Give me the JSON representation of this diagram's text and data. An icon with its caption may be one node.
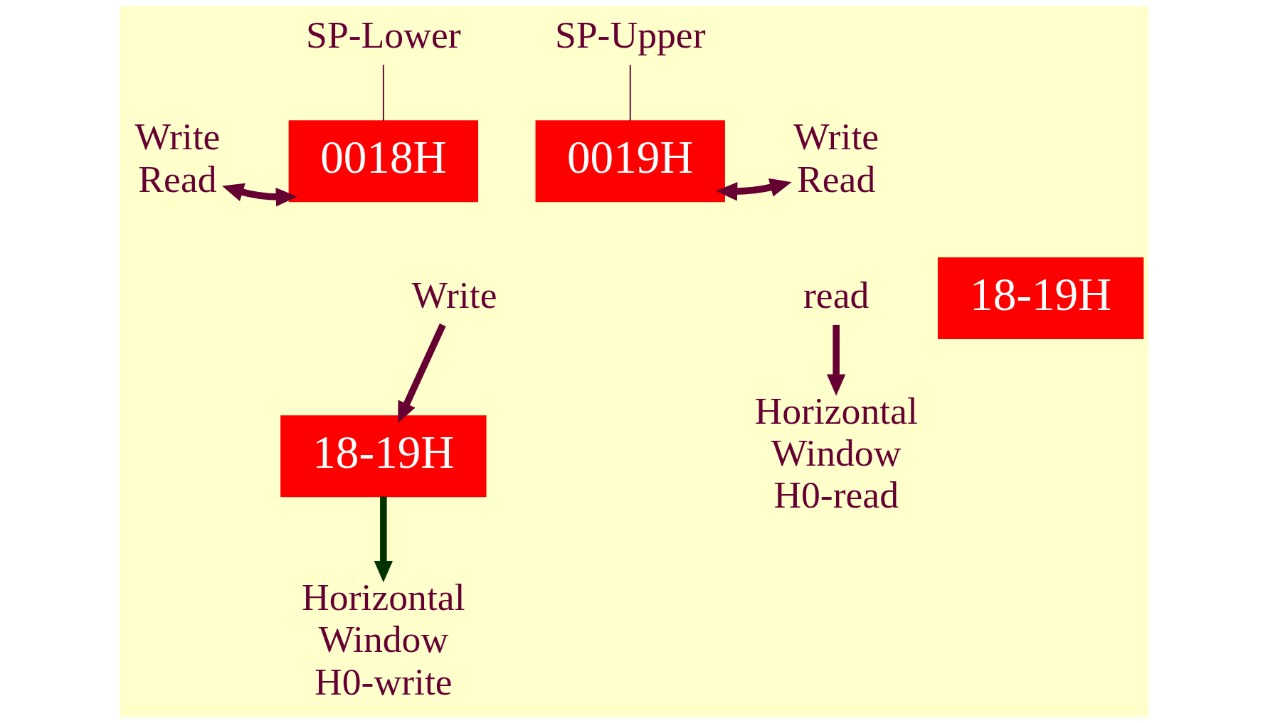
{
  "diagram": {
    "nodes": [
      {
        "text": [
          "Write Read"
        ]
      },
      {
        "text": [
          "SP-Lower"
        ]
      },
      {
        "text": [
          "SP-Upper"
        ]
      },
      {
        "text": [
          "0018H"
        ]
      },
      {
        "text": [
          "0019H"
        ]
      },
      {
        "text": [
          "Write Read"
        ]
      },
      {
        "text": [
          "18-19H"
        ]
      },
      {
        "text": [
          "Write"
        ]
      },
      {
        "text": [
          "Horizontal Window H0-write"
        ]
      },
      {
        "text": [
          "read"
        ]
      },
      {
        "text": [
          "18-19H"
        ]
      },
      {
        "text": [
          "Horizontal Window H0-read"
        ]
      }
    ],
    "edges": [
      {
        "from": 1,
        "to": 3,
        "arrow": "none"
      },
      {
        "from": 2,
        "to": 4,
        "arrow": "none"
      },
      {
        "from": 0,
        "to": 3,
        "arrow": "both"
      },
      {
        "from": 4,
        "to": 5,
        "arrow": "both"
      },
      {
        "from": 6,
        "to": 8,
        "arrow": "to",
        "color": "#003300"
      },
      {
        "from": 7,
        "to": 6,
        "arrow": "to"
      },
      {
        "from": 9,
        "to": 11,
        "arrow": "to"
      }
    ]
  }
}
